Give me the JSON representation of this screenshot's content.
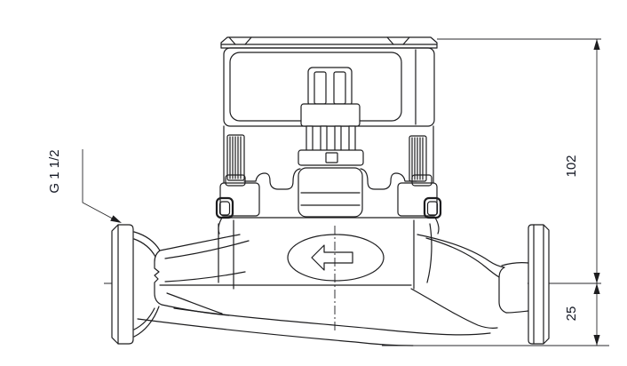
{
  "drawing": {
    "type": "dimensioned engineering drawing",
    "subject": "circulator pump, side view",
    "background_color": "#ffffff",
    "line_color": "#1d1d1f",
    "text_color": "#141824",
    "labels": {
      "thread_size": "G 1 1/2",
      "height_dimension": "102",
      "port_offset_dimension": "25"
    },
    "flow_arrow_direction": "left"
  }
}
